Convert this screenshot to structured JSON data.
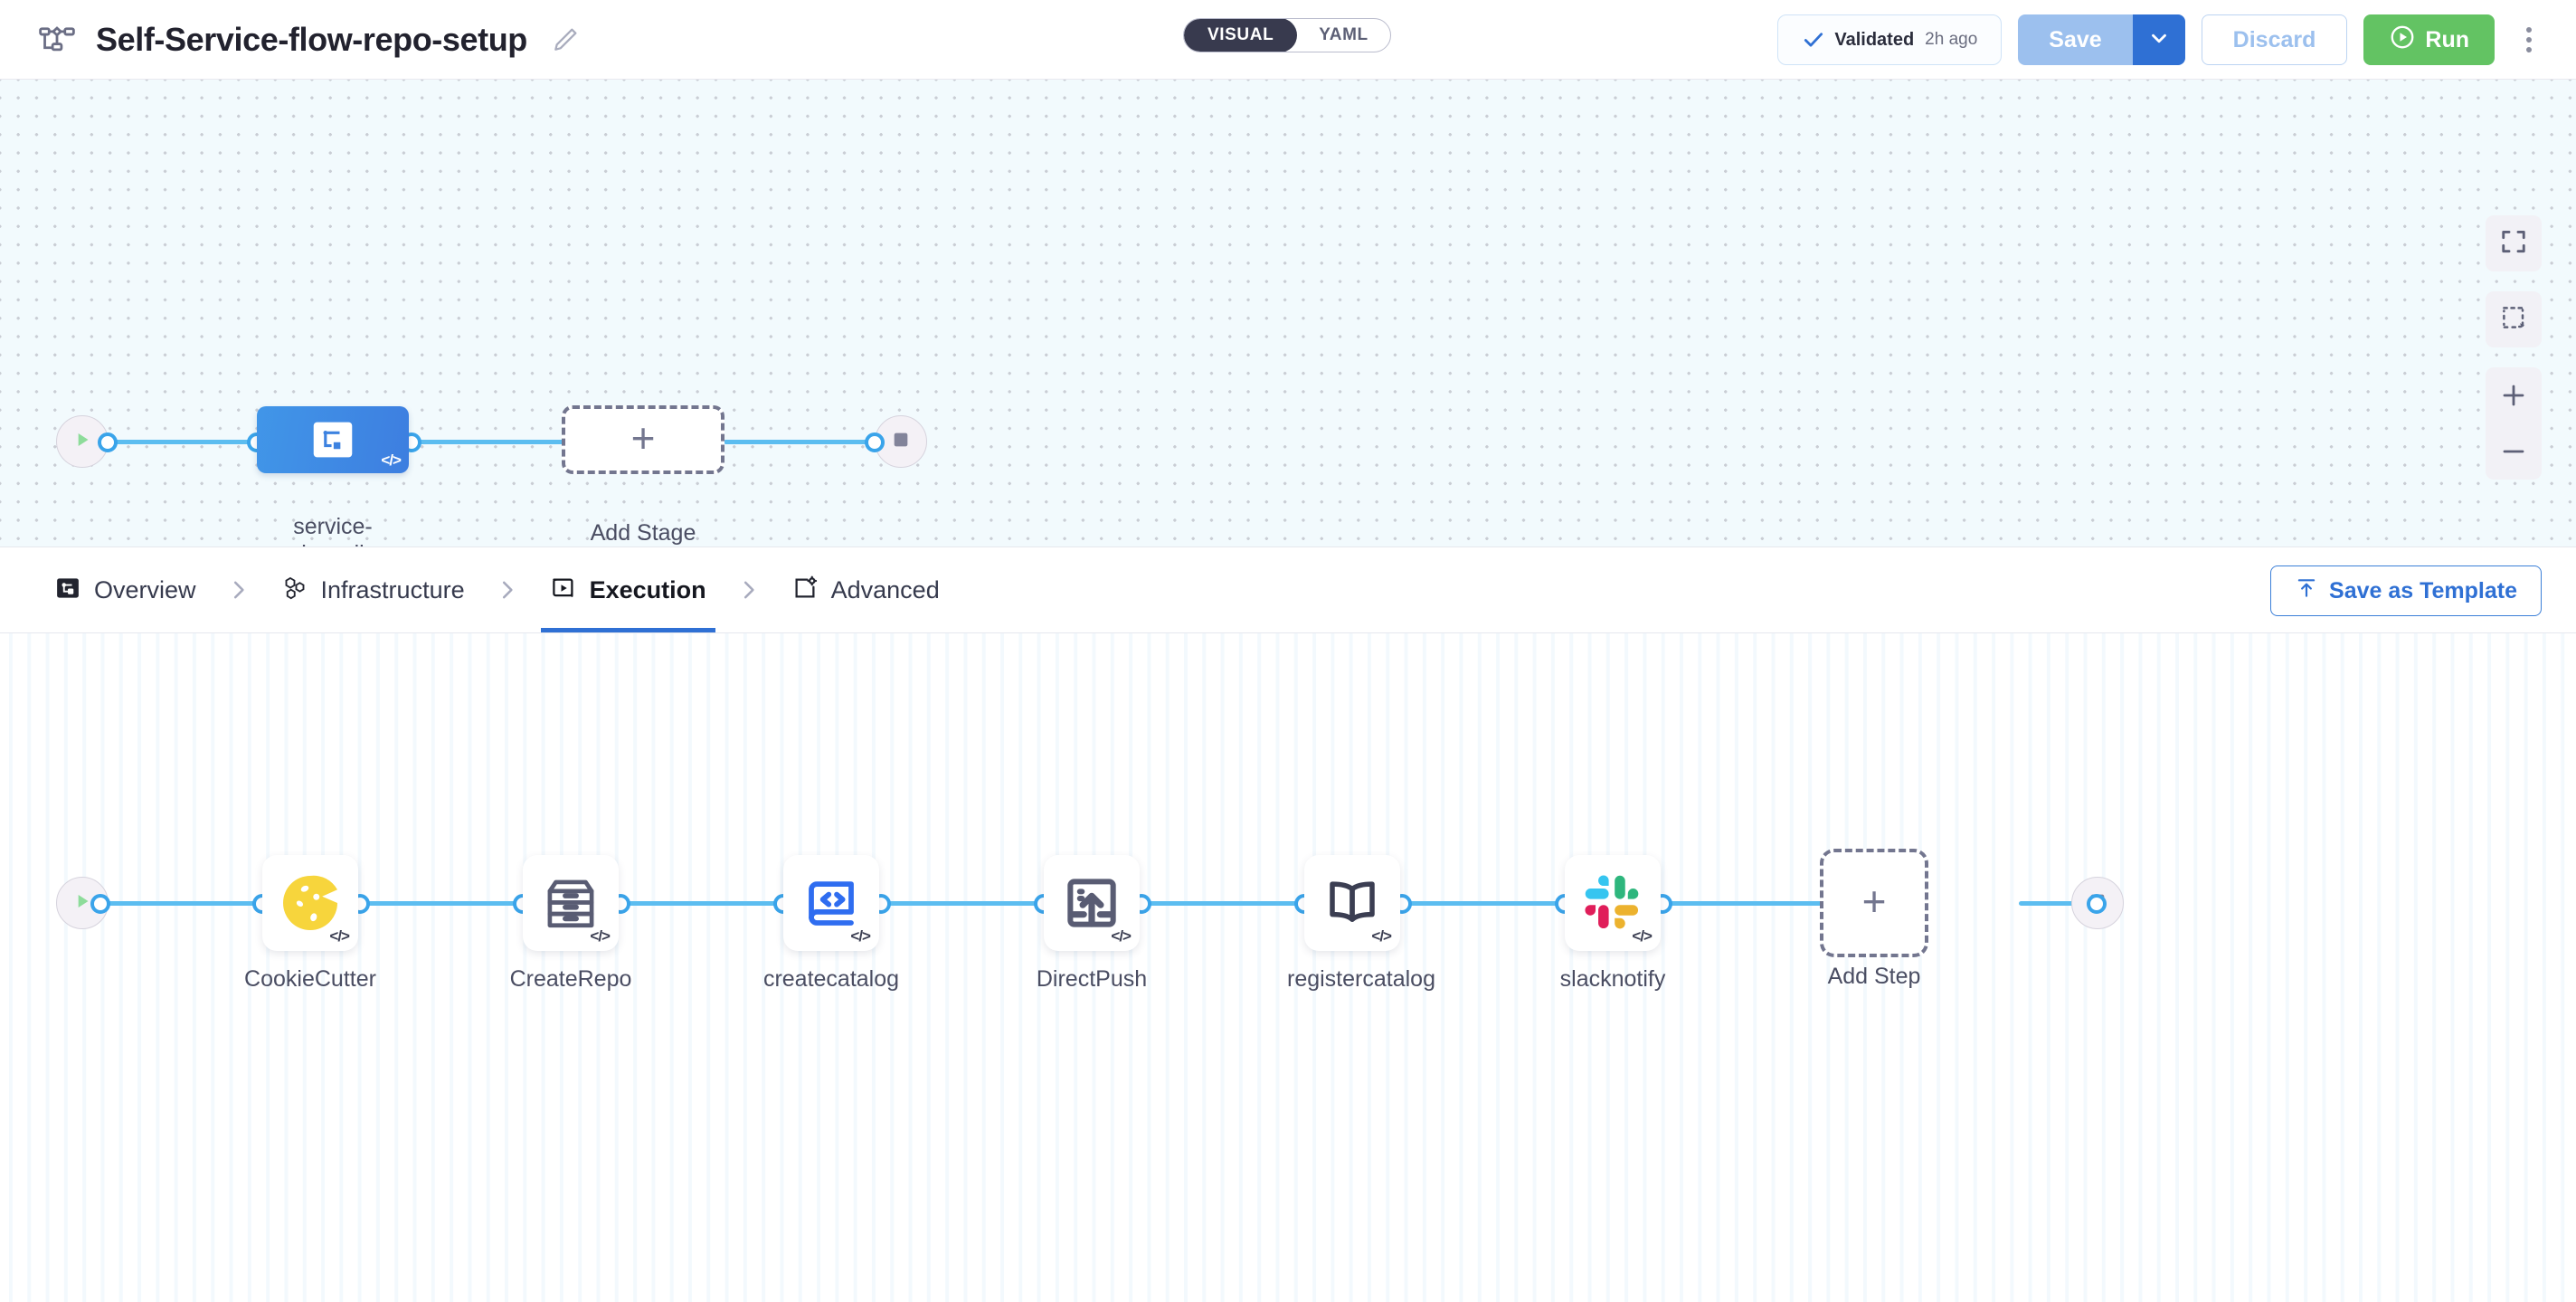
{
  "header": {
    "icon": "pipeline-icon",
    "title": "Self-Service-flow-repo-setup",
    "edit_icon": "pencil-icon",
    "mode_toggle": {
      "options": [
        {
          "label": "VISUAL",
          "active": true
        },
        {
          "label": "YAML",
          "active": false
        }
      ]
    },
    "validated": {
      "icon": "check-icon",
      "label": "Validated",
      "time": "2h ago"
    },
    "save_label": "Save",
    "save_caret_icon": "chevron-down-icon",
    "discard_label": "Discard",
    "run_label": "Run",
    "run_icon": "play-circle-icon",
    "more_icon": "kebab-menu-icon"
  },
  "canvas_controls": [
    {
      "name": "fit-to-screen",
      "icon": "expand-icon"
    },
    {
      "name": "selection-box",
      "icon": "marquee-select-icon"
    },
    {
      "name": "zoom-in",
      "icon": "plus-icon"
    },
    {
      "name": "zoom-out",
      "icon": "minus-icon"
    }
  ],
  "stage_graph": {
    "start_node": {
      "icon": "play-icon"
    },
    "end_node": {
      "icon": "stop-square-icon"
    },
    "stages": [
      {
        "label": "service-onboarding",
        "icon": "pipeline-stage-icon",
        "badge": "</>",
        "selected": true
      }
    ],
    "add_stage": {
      "label": "Add Stage",
      "icon": "plus-icon"
    }
  },
  "tabs": [
    {
      "label": "Overview",
      "icon": "overview-icon",
      "active": false
    },
    {
      "label": "Infrastructure",
      "icon": "hexagon-cluster-icon",
      "active": false
    },
    {
      "label": "Execution",
      "icon": "execution-play-icon",
      "active": true
    },
    {
      "label": "Advanced",
      "icon": "advanced-gear-icon",
      "active": false
    }
  ],
  "save_as_template": {
    "label": "Save as Template",
    "icon": "upload-icon"
  },
  "step_graph": {
    "start_node": {
      "icon": "play-icon"
    },
    "end_node": {
      "icon": "stop-square-icon"
    },
    "steps": [
      {
        "label": "CookieCutter",
        "icon": "cookie-icon",
        "badge": "</>"
      },
      {
        "label": "CreateRepo",
        "icon": "archive-drawer-icon",
        "badge": "</>"
      },
      {
        "label": "createcatalog",
        "icon": "code-laptop-icon",
        "badge": "</>"
      },
      {
        "label": "DirectPush",
        "icon": "upload-box-icon",
        "badge": "</>"
      },
      {
        "label": "registercatalog",
        "icon": "open-book-icon",
        "badge": "</>"
      },
      {
        "label": "slacknotify",
        "icon": "slack-icon",
        "badge": "</>"
      }
    ],
    "add_step": {
      "label": "Add Step",
      "icon": "plus-icon"
    }
  },
  "colors": {
    "accent_blue": "#2f70d4",
    "edge_blue": "#5cbdf0",
    "run_green": "#63c363",
    "stage_blue": "#4196e8",
    "canvas_top_bg": "#f2fafd",
    "toggle_dark": "#383a4e"
  }
}
